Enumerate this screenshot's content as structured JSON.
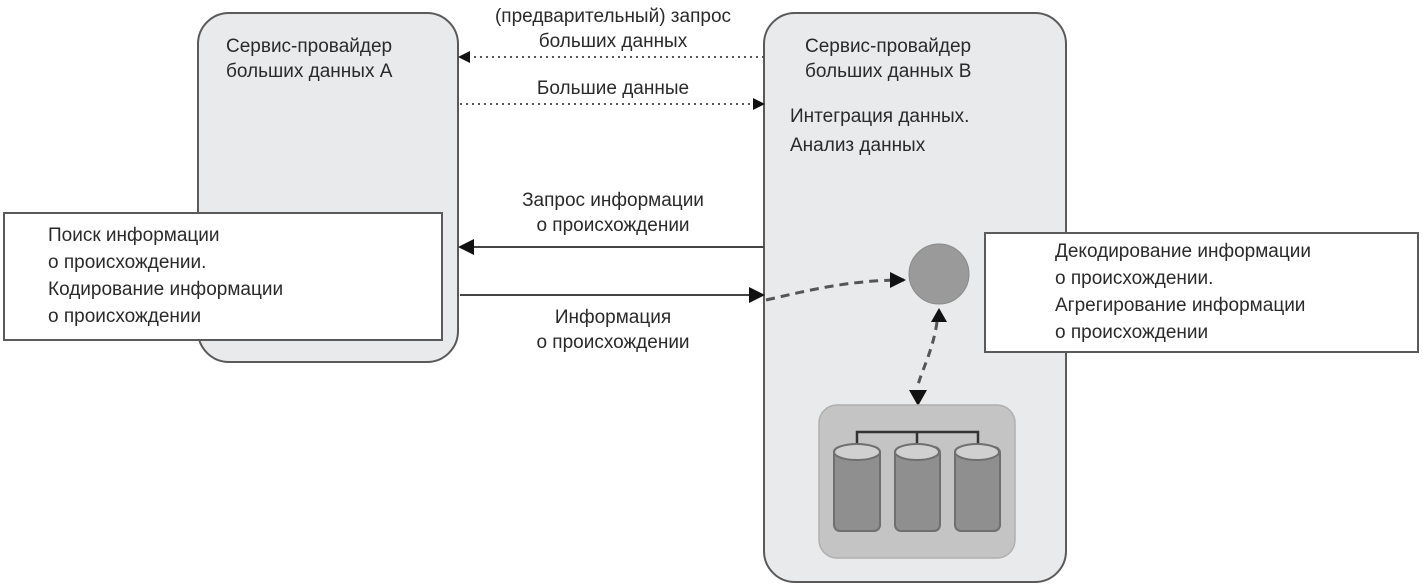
{
  "diagram": {
    "provider_a": {
      "title_lines": [
        "Сервис-провайдер",
        "больших данных А"
      ]
    },
    "provider_b": {
      "title_lines": [
        "Сервис-провайдер",
        "больших данных В"
      ],
      "subtitle_lines": [
        "Интеграция данных.",
        "Анализ данных"
      ]
    },
    "note_a": {
      "lines": [
        "Поиск информации",
        "о происхождении.",
        "Кодирование информации",
        "о происхождении"
      ]
    },
    "note_b": {
      "lines": [
        "Декодирование информации",
        "о происхождении.",
        "Агрегирование информации",
        "о происхождении"
      ]
    },
    "arrows": {
      "pre_request": {
        "lines": [
          "(предварительный) запрос",
          "больших данных"
        ],
        "style": "dotted",
        "direction": "B-to-A"
      },
      "big_data": {
        "lines": [
          "Большие данные"
        ],
        "style": "dotted",
        "direction": "A-to-B"
      },
      "provenance_request": {
        "lines": [
          "Запрос информации",
          "о происхождении"
        ],
        "style": "solid",
        "direction": "B-to-A"
      },
      "provenance_info": {
        "lines": [
          "Информация",
          "о происхождении"
        ],
        "style": "solid",
        "direction": "A-to-B"
      }
    },
    "icons": {
      "process_node": "circle-node-icon",
      "storage": "database-cluster-icon"
    },
    "colors": {
      "provider_fill": "#e9eaeb",
      "border": "#5a5a5a",
      "node_fill": "#9a9a9a",
      "storage_container": "#c4c4c4",
      "cylinder": "#8f8f8f"
    }
  }
}
